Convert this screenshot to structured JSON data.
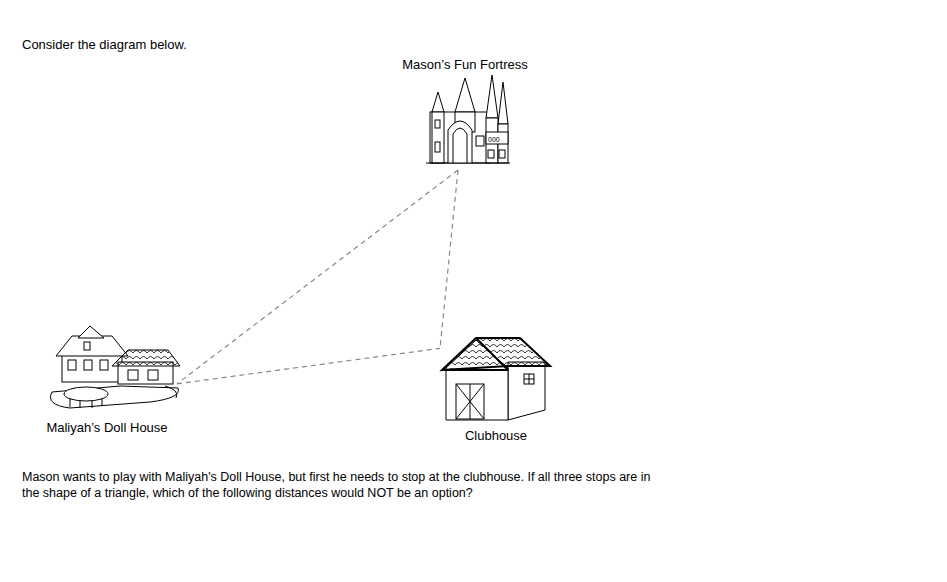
{
  "diagram": {
    "title": "Consider the diagram below.",
    "caption": "Mason wants to play with Maliyah's Doll House, but first he needs to stop at the clubhouse.  If all three stops are in the shape of a triangle, which of the following distances would NOT be an option?",
    "nodes": [
      {
        "text": [
          "Mason’s Fun Fortress"
        ]
      },
      {
        "text": [
          "Maliyah’s Doll House"
        ]
      },
      {
        "text": [
          "Clubhouse"
        ]
      }
    ],
    "edges": [
      {
        "from": 0,
        "to": 1,
        "arrow": "none"
      },
      {
        "from": 0,
        "to": 2,
        "arrow": "none"
      },
      {
        "from": 1,
        "to": 2,
        "arrow": "none"
      }
    ]
  }
}
